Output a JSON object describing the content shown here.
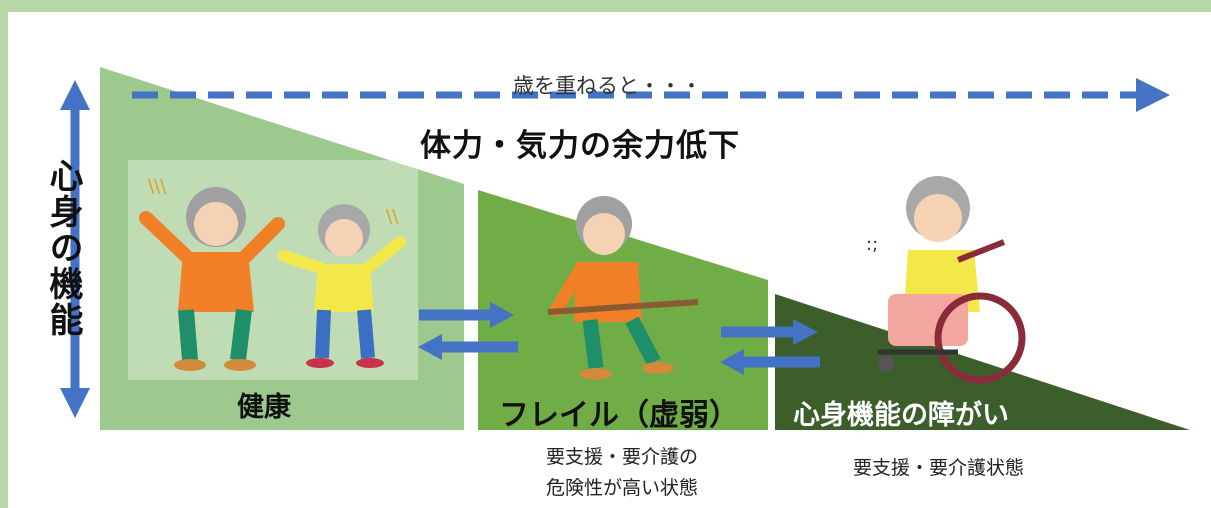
{
  "header": {
    "aging_label": "歳を重ねると・・・",
    "decline_label": "体力・気力の余力低下"
  },
  "axis": {
    "label": "心身の機能"
  },
  "stages": [
    {
      "label": "健康",
      "caption_lines": []
    },
    {
      "label": "フレイル（虚弱）",
      "caption_lines": [
        "要支援・要介護の",
        "危険性が高い状態"
      ]
    },
    {
      "label": "心身機能の障がい",
      "caption_lines": [
        "要支援・要介護状態"
      ]
    }
  ],
  "colors": {
    "frame": "#b7d7a8",
    "healthy": "#9dc98e",
    "frail": "#70ad47",
    "disabled": "#3b5e2b",
    "arrow": "#4472c4"
  },
  "icons": [
    "elderly-couple-cheering",
    "elderly-man-with-cane",
    "elderly-person-in-wheelchair"
  ]
}
